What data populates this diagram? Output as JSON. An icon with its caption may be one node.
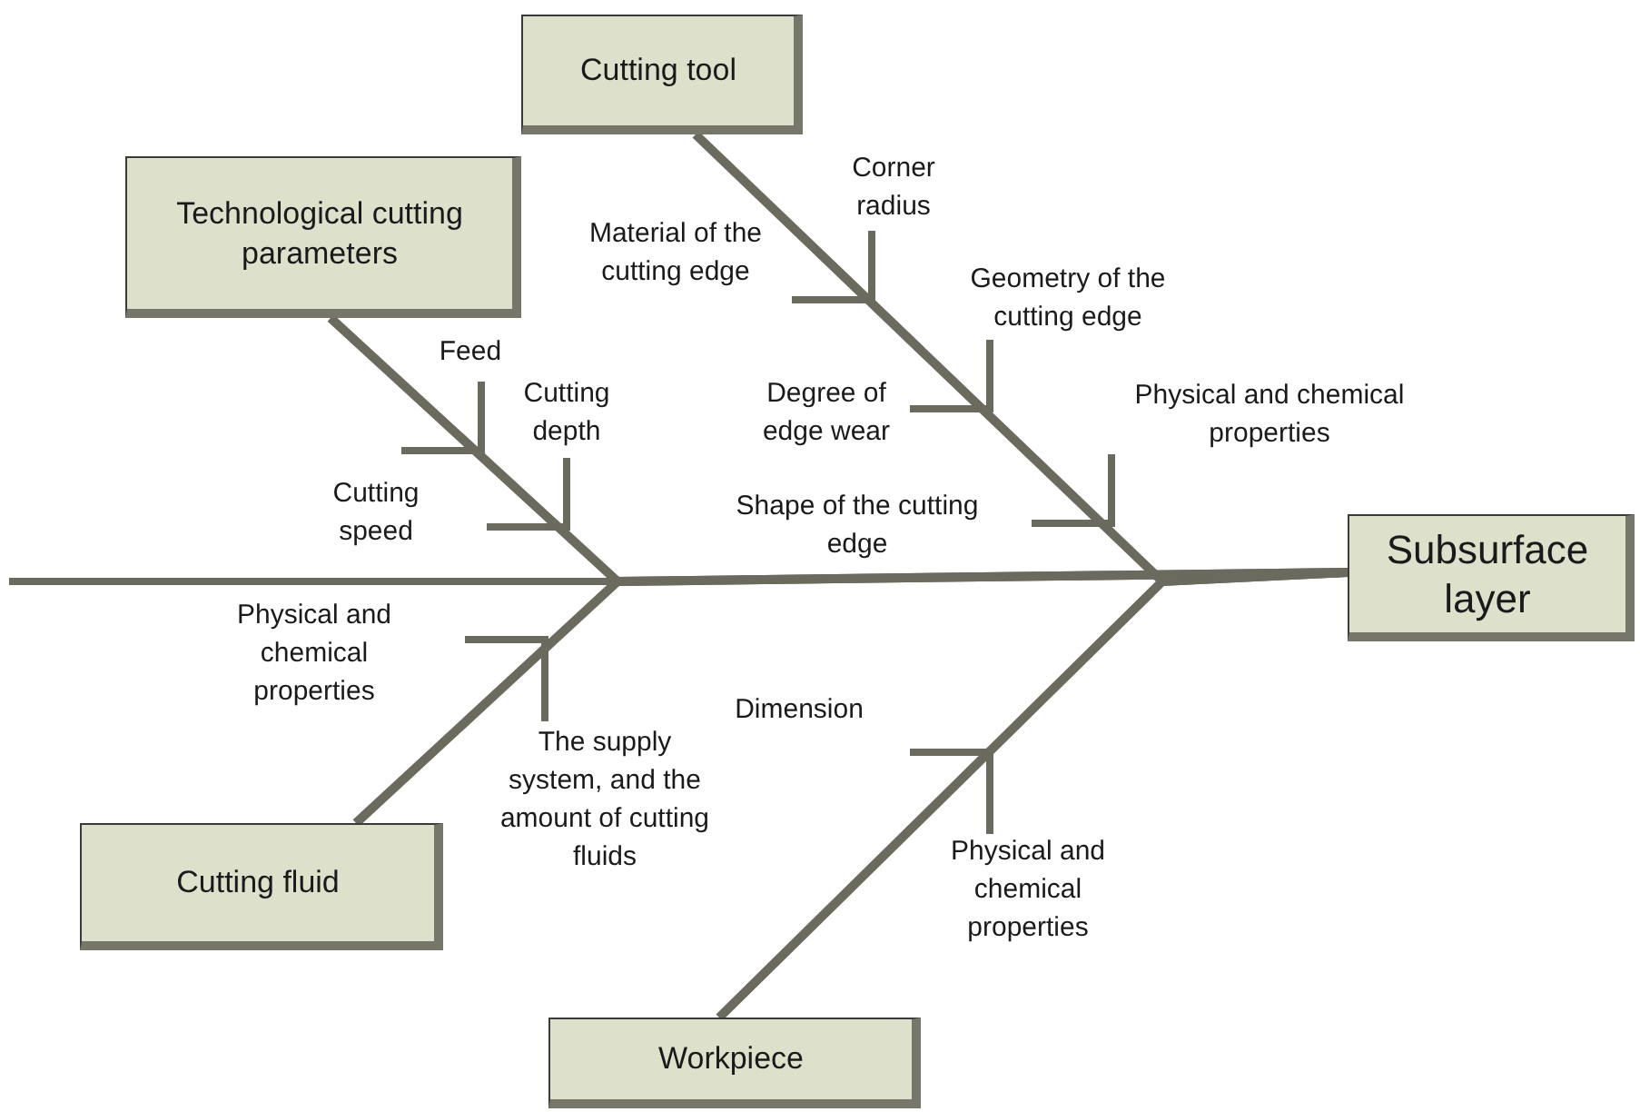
{
  "diagram": {
    "nodes": [
      {
        "text": [
          "Cutting tool"
        ]
      },
      {
        "text": [
          "Technological cutting parameters"
        ]
      },
      {
        "text": [
          "Subsurface layer"
        ]
      },
      {
        "text": [
          "Cutting fluid"
        ]
      },
      {
        "text": [
          "Workpiece"
        ]
      }
    ],
    "edges": [
      {
        "from": 0,
        "to": 2,
        "arrow": "none"
      },
      {
        "from": 1,
        "to": 2,
        "arrow": "none"
      },
      {
        "from": 3,
        "to": 2,
        "arrow": "none"
      },
      {
        "from": 4,
        "to": 2,
        "arrow": "none"
      }
    ],
    "labels": [
      "Corner radius",
      "Material of the cutting edge",
      "Geometry of the cutting edge",
      "Feed",
      "Degree of edge wear",
      "Cutting depth",
      "Physical and chemical properties",
      "Cutting speed",
      "Shape of the cutting edge",
      "Physical and chemical properties",
      "Dimension",
      "The supply system, and the amount of cutting fluids",
      "Physical and chemical properties"
    ]
  }
}
